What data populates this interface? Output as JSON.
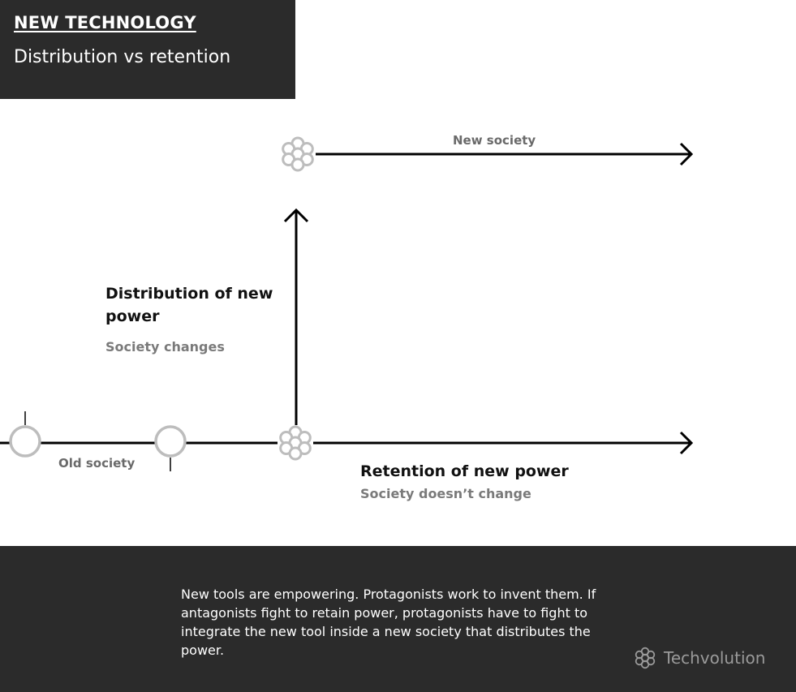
{
  "header": {
    "title": "NEW TECHNOLOGY",
    "subtitle": "Distribution vs retention"
  },
  "diagram": {
    "new_society_label": "New society",
    "distribution": {
      "title": "Distribution of new power",
      "subtitle": "Society changes"
    },
    "old_society_label": "Old society",
    "retention": {
      "title": "Retention of new power",
      "subtitle": "Society doesn’t change"
    }
  },
  "footer": {
    "text": "New tools are empowering. Protagonists work to invent them. If antagonists fight to retain power, protagonists have to fight to integrate the new tool inside a new society that distributes the power.",
    "brand_name": "Techvolution",
    "brand_icon": "flower-cluster-icon"
  },
  "colors": {
    "dark_panel": "#2b2b2b",
    "line": "#000000",
    "node_grey": "#bdbdbd",
    "text_grey": "#7a7a7a"
  }
}
